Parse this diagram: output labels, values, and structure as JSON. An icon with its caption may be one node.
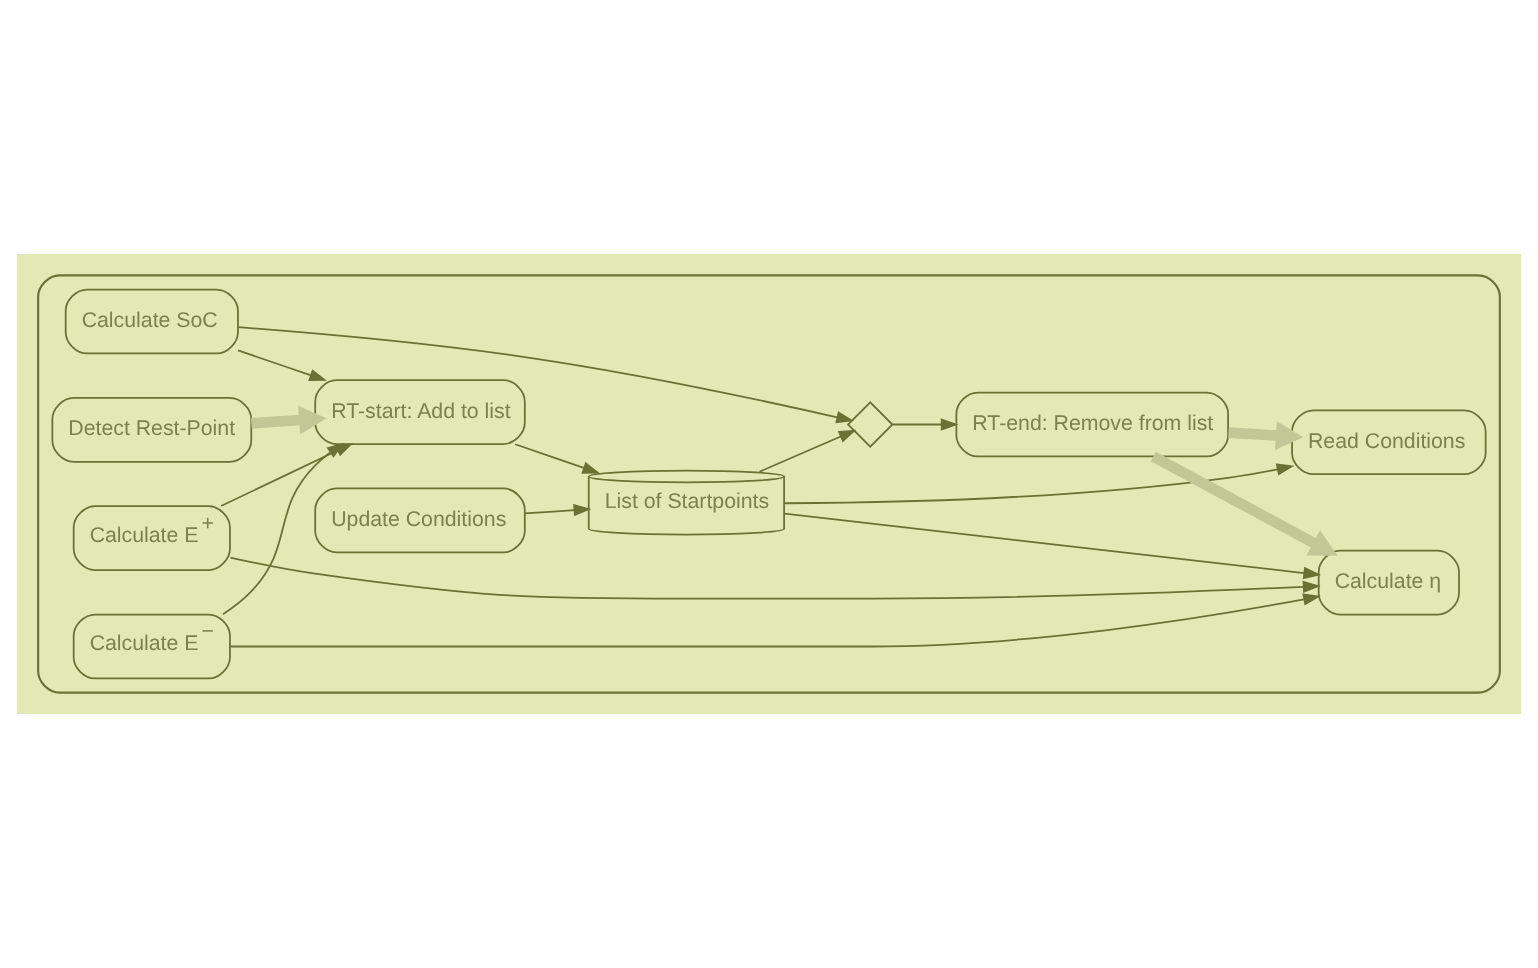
{
  "diagram": {
    "nodes": [
      {
        "text": [],
        "shape": "box"
      },
      {
        "text": [
          "Calculate SoC"
        ],
        "in": 0
      },
      {
        "text": [
          "Detect Rest-Point"
        ],
        "in": 0
      },
      {
        "text": [
          "RT-start: Add to list"
        ],
        "in": 0
      },
      {
        "text": [],
        "shape": "diamond",
        "in": 0
      },
      {
        "text": [
          "List of Startpoints"
        ],
        "in": 0
      },
      {
        "text": [
          "RT-end: Remove from list"
        ],
        "in": 0
      },
      {
        "text": [
          "Calculate η"
        ],
        "in": 0
      },
      {
        "text": [
          "Calculate E$^{+}$"
        ],
        "in": 0
      },
      {
        "text": [
          "Calculate E$^{−}$"
        ],
        "in": 0
      },
      {
        "text": [
          "Update Conditions"
        ],
        "in": 0
      },
      {
        "text": [
          "Read Conditions"
        ],
        "in": 0
      }
    ],
    "edges": [
      {
        "from": 1,
        "to": 4,
        "arrow": "to"
      },
      {
        "from": 1,
        "to": 3,
        "arrow": "to"
      },
      {
        "from": 2,
        "to": 3,
        "arrow": "to",
        "style": "thick",
        "color": "#c2c895"
      },
      {
        "from": 3,
        "to": 5,
        "arrow": "to"
      },
      {
        "from": 5,
        "to": 4,
        "arrow": "to"
      },
      {
        "from": 4,
        "to": 6,
        "arrow": "to"
      },
      {
        "from": 5,
        "to": 7,
        "arrow": "to"
      },
      {
        "from": 6,
        "to": 7,
        "arrow": "to",
        "style": "thick",
        "color": "#c2c895"
      },
      {
        "from": 6,
        "to": 11,
        "arrow": "to",
        "style": "thick",
        "color": "#c2c895"
      },
      {
        "from": 8,
        "to": 3,
        "arrow": "to"
      },
      {
        "from": 8,
        "to": 7,
        "arrow": "to"
      },
      {
        "from": 9,
        "to": 3,
        "arrow": "to"
      },
      {
        "from": 9,
        "to": 7,
        "arrow": "to"
      },
      {
        "from": 10,
        "to": 5,
        "arrow": "to"
      },
      {
        "from": 5,
        "to": 11,
        "arrow": "to"
      }
    ]
  }
}
